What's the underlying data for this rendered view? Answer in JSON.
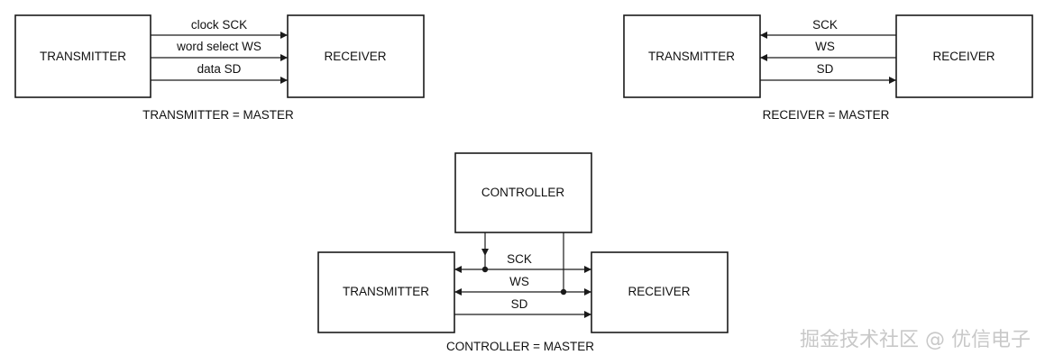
{
  "diagram_a": {
    "transmitter": "TRANSMITTER",
    "receiver": "RECEIVER",
    "sig_sck": "clock SCK",
    "sig_ws": "word select WS",
    "sig_sd": "data SD",
    "caption": "TRANSMITTER = MASTER"
  },
  "diagram_b": {
    "transmitter": "TRANSMITTER",
    "receiver": "RECEIVER",
    "sig_sck": "SCK",
    "sig_ws": "WS",
    "sig_sd": "SD",
    "caption": "RECEIVER = MASTER"
  },
  "diagram_c": {
    "controller": "CONTROLLER",
    "transmitter": "TRANSMITTER",
    "receiver": "RECEIVER",
    "sig_sck": "SCK",
    "sig_ws": "WS",
    "sig_sd": "SD",
    "caption": "CONTROLLER = MASTER"
  },
  "watermark": "掘金技术社区 @ 优信电子",
  "colors": {
    "line": "#1a1a1a",
    "text": "#111111",
    "watermark": "#c8c8c8"
  }
}
